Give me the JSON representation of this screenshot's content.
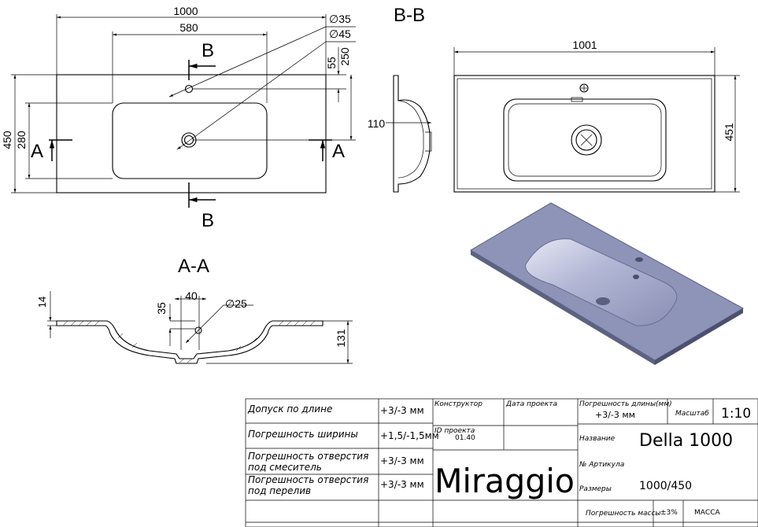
{
  "drawing": {
    "section_labels": {
      "bb_title": "B-B",
      "aa_title": "A-A",
      "cut_b": "B",
      "cut_a": "A"
    },
    "plan_dims": {
      "width": "1000",
      "bowl_width": "580",
      "hole1": "∅35",
      "hole2": "∅45",
      "d55": "55",
      "d250": "250",
      "d450": "450",
      "d280": "280"
    },
    "side_dims": {
      "depth": "110"
    },
    "right_dims": {
      "width": "1001",
      "height": "451"
    },
    "aa_dims": {
      "d14": "14",
      "d35": "35",
      "d40": "40",
      "hole": "∅25",
      "d131": "131"
    }
  },
  "title_block": {
    "rows": [
      {
        "label": "Допуск по длине",
        "value": "+3/-3 мм"
      },
      {
        "label": "Погрешность ширины",
        "value": "+1,5/-1,5мм"
      },
      {
        "label": "Погрешность отверстия\nпод смеситель",
        "value": "+3/-3 мм"
      },
      {
        "label": "Погрешность отверстия\nпод перелив",
        "value": "+3/-3 мм"
      }
    ],
    "designer_label": "Конструктор",
    "date_label": "Дата проекта",
    "project_id_label": "ID проекта",
    "project_id": "01.40",
    "brand": "Miraggio",
    "length_error_label": "Погрешность длины(мм)",
    "length_error_value": "+3/-3 мм",
    "scale_label": "Масштаб",
    "scale": "1:10",
    "name_label": "Название",
    "name": "Della 1000",
    "article_label": "№ Артикула",
    "size_label": "Размеры",
    "size": "1000/450",
    "mass_error_label": "Погрешность массы",
    "mass_error": "±3%",
    "mass_label": "МАССА"
  }
}
